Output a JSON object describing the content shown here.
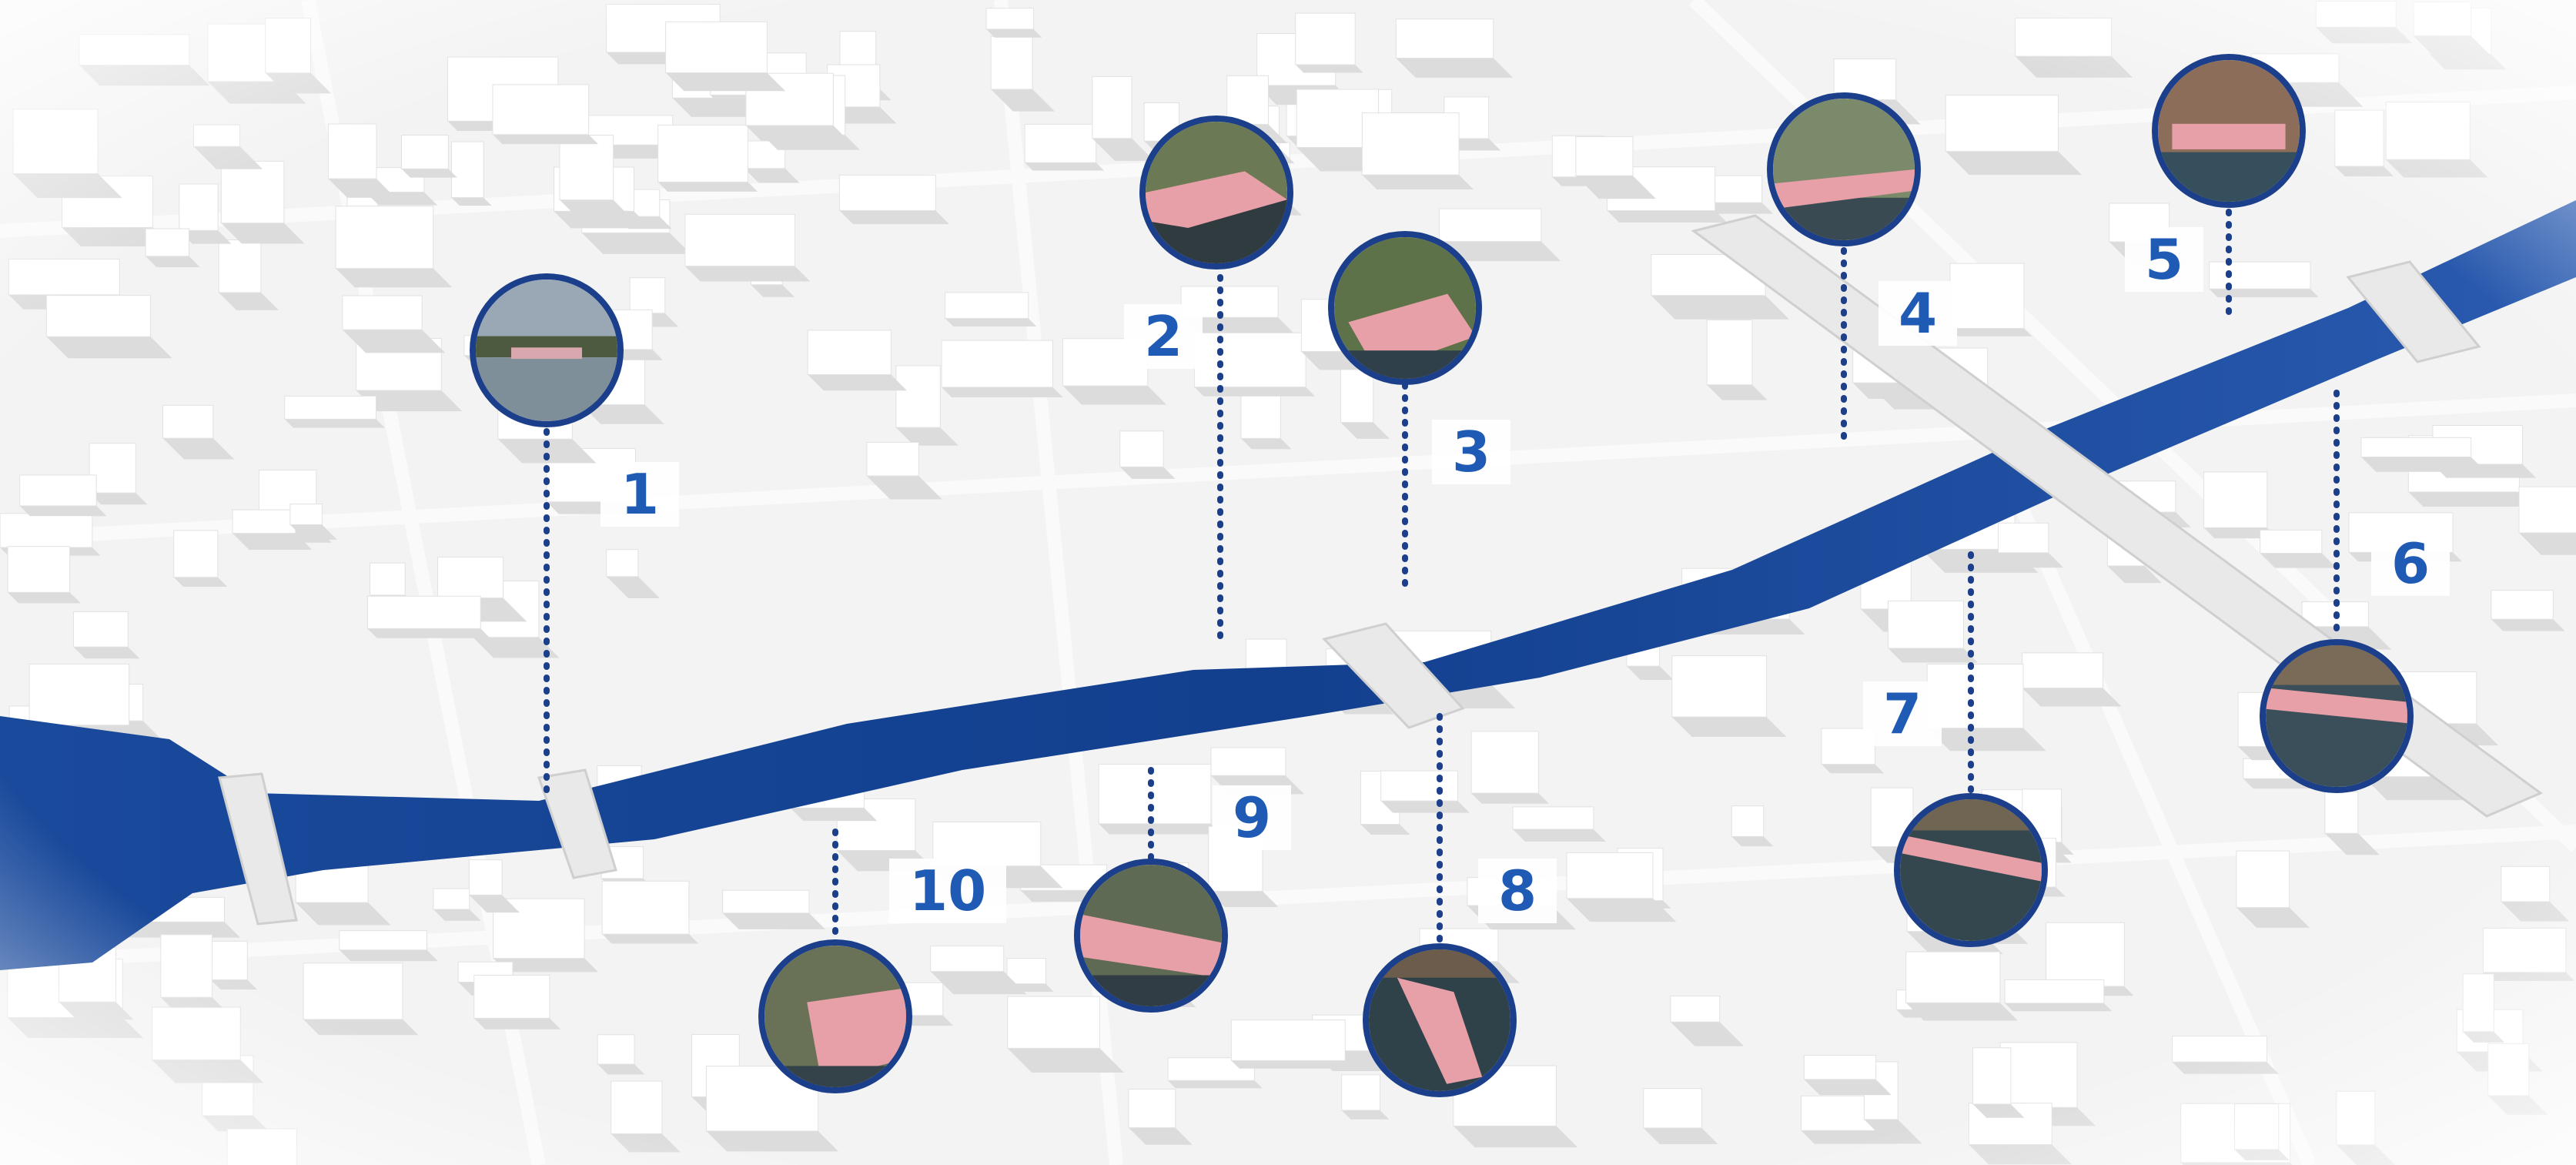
{
  "colors": {
    "river": "#1c4ea0",
    "river_dark": "#123b85",
    "leader": "#1b3f8a",
    "label": "#1f5bb5",
    "highlight": "#e8a0a8",
    "building_top": "#ffffff",
    "building_side": "#dcdcdc"
  },
  "markers": [
    {
      "id": "1",
      "label": "1",
      "photo": "bridge-view"
    },
    {
      "id": "2",
      "label": "2",
      "photo": "promenade-aerial"
    },
    {
      "id": "3",
      "label": "3",
      "photo": "park-aerial"
    },
    {
      "id": "4",
      "label": "4",
      "photo": "riverbank-aerial"
    },
    {
      "id": "5",
      "label": "5",
      "photo": "marina-aerial"
    },
    {
      "id": "6",
      "label": "6",
      "photo": "boat-dock-aerial"
    },
    {
      "id": "7",
      "label": "7",
      "photo": "riverside-path-aerial"
    },
    {
      "id": "8",
      "label": "8",
      "photo": "pier-aerial"
    },
    {
      "id": "9",
      "label": "9",
      "photo": "quay-aerial"
    },
    {
      "id": "10",
      "label": "10",
      "photo": "embankment-aerial"
    }
  ]
}
